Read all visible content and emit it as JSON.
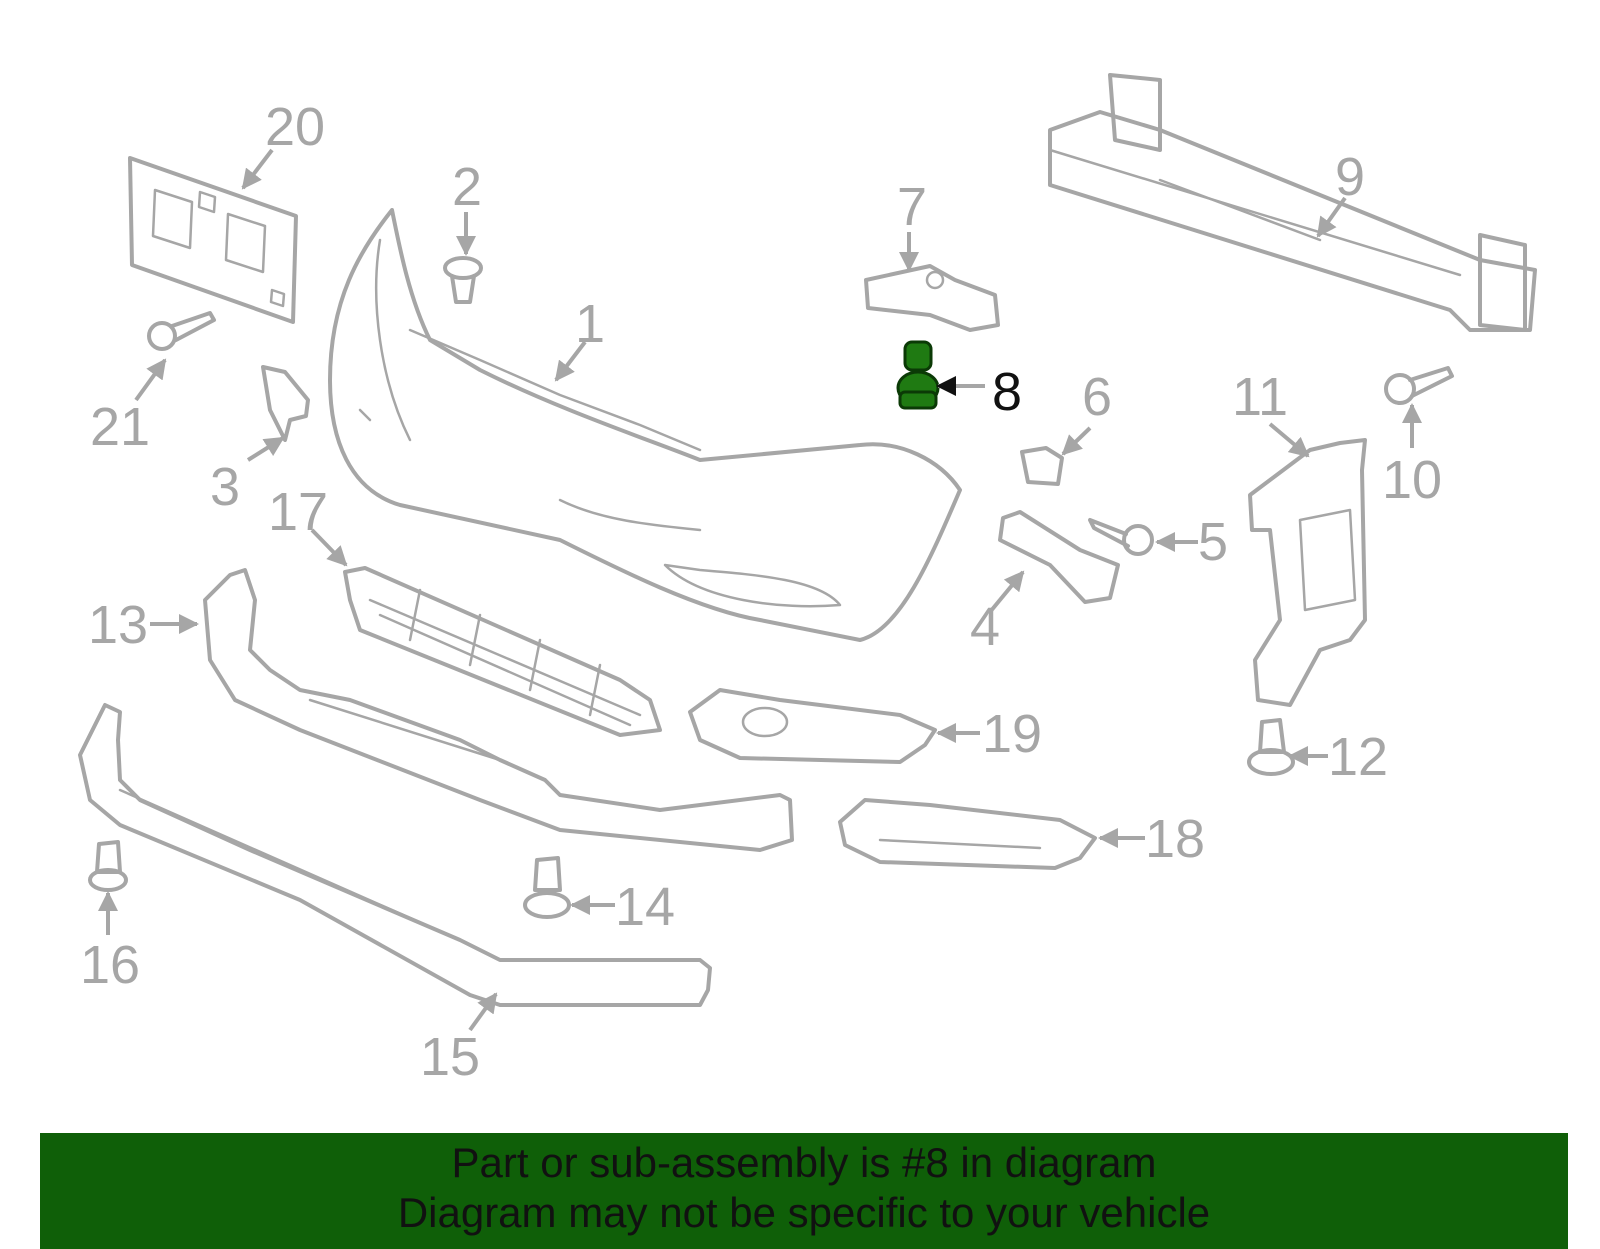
{
  "labels": {
    "p1": "1",
    "p2": "2",
    "p3": "3",
    "p4": "4",
    "p5": "5",
    "p6": "6",
    "p7": "7",
    "p8": "8",
    "p9": "9",
    "p10": "10",
    "p11": "11",
    "p12": "12",
    "p13": "13",
    "p14": "14",
    "p15": "15",
    "p16": "16",
    "p17": "17",
    "p18": "18",
    "p19": "19",
    "p20": "20",
    "p21": "21"
  },
  "highlight": {
    "part": "8",
    "color": "#1f7a12"
  },
  "colors": {
    "outline": "#a6a6a6",
    "banner": "#0f5f08"
  },
  "footer": {
    "line1": "Part or sub-assembly is #8 in diagram",
    "line2": "Diagram may not be specific to your vehicle"
  }
}
